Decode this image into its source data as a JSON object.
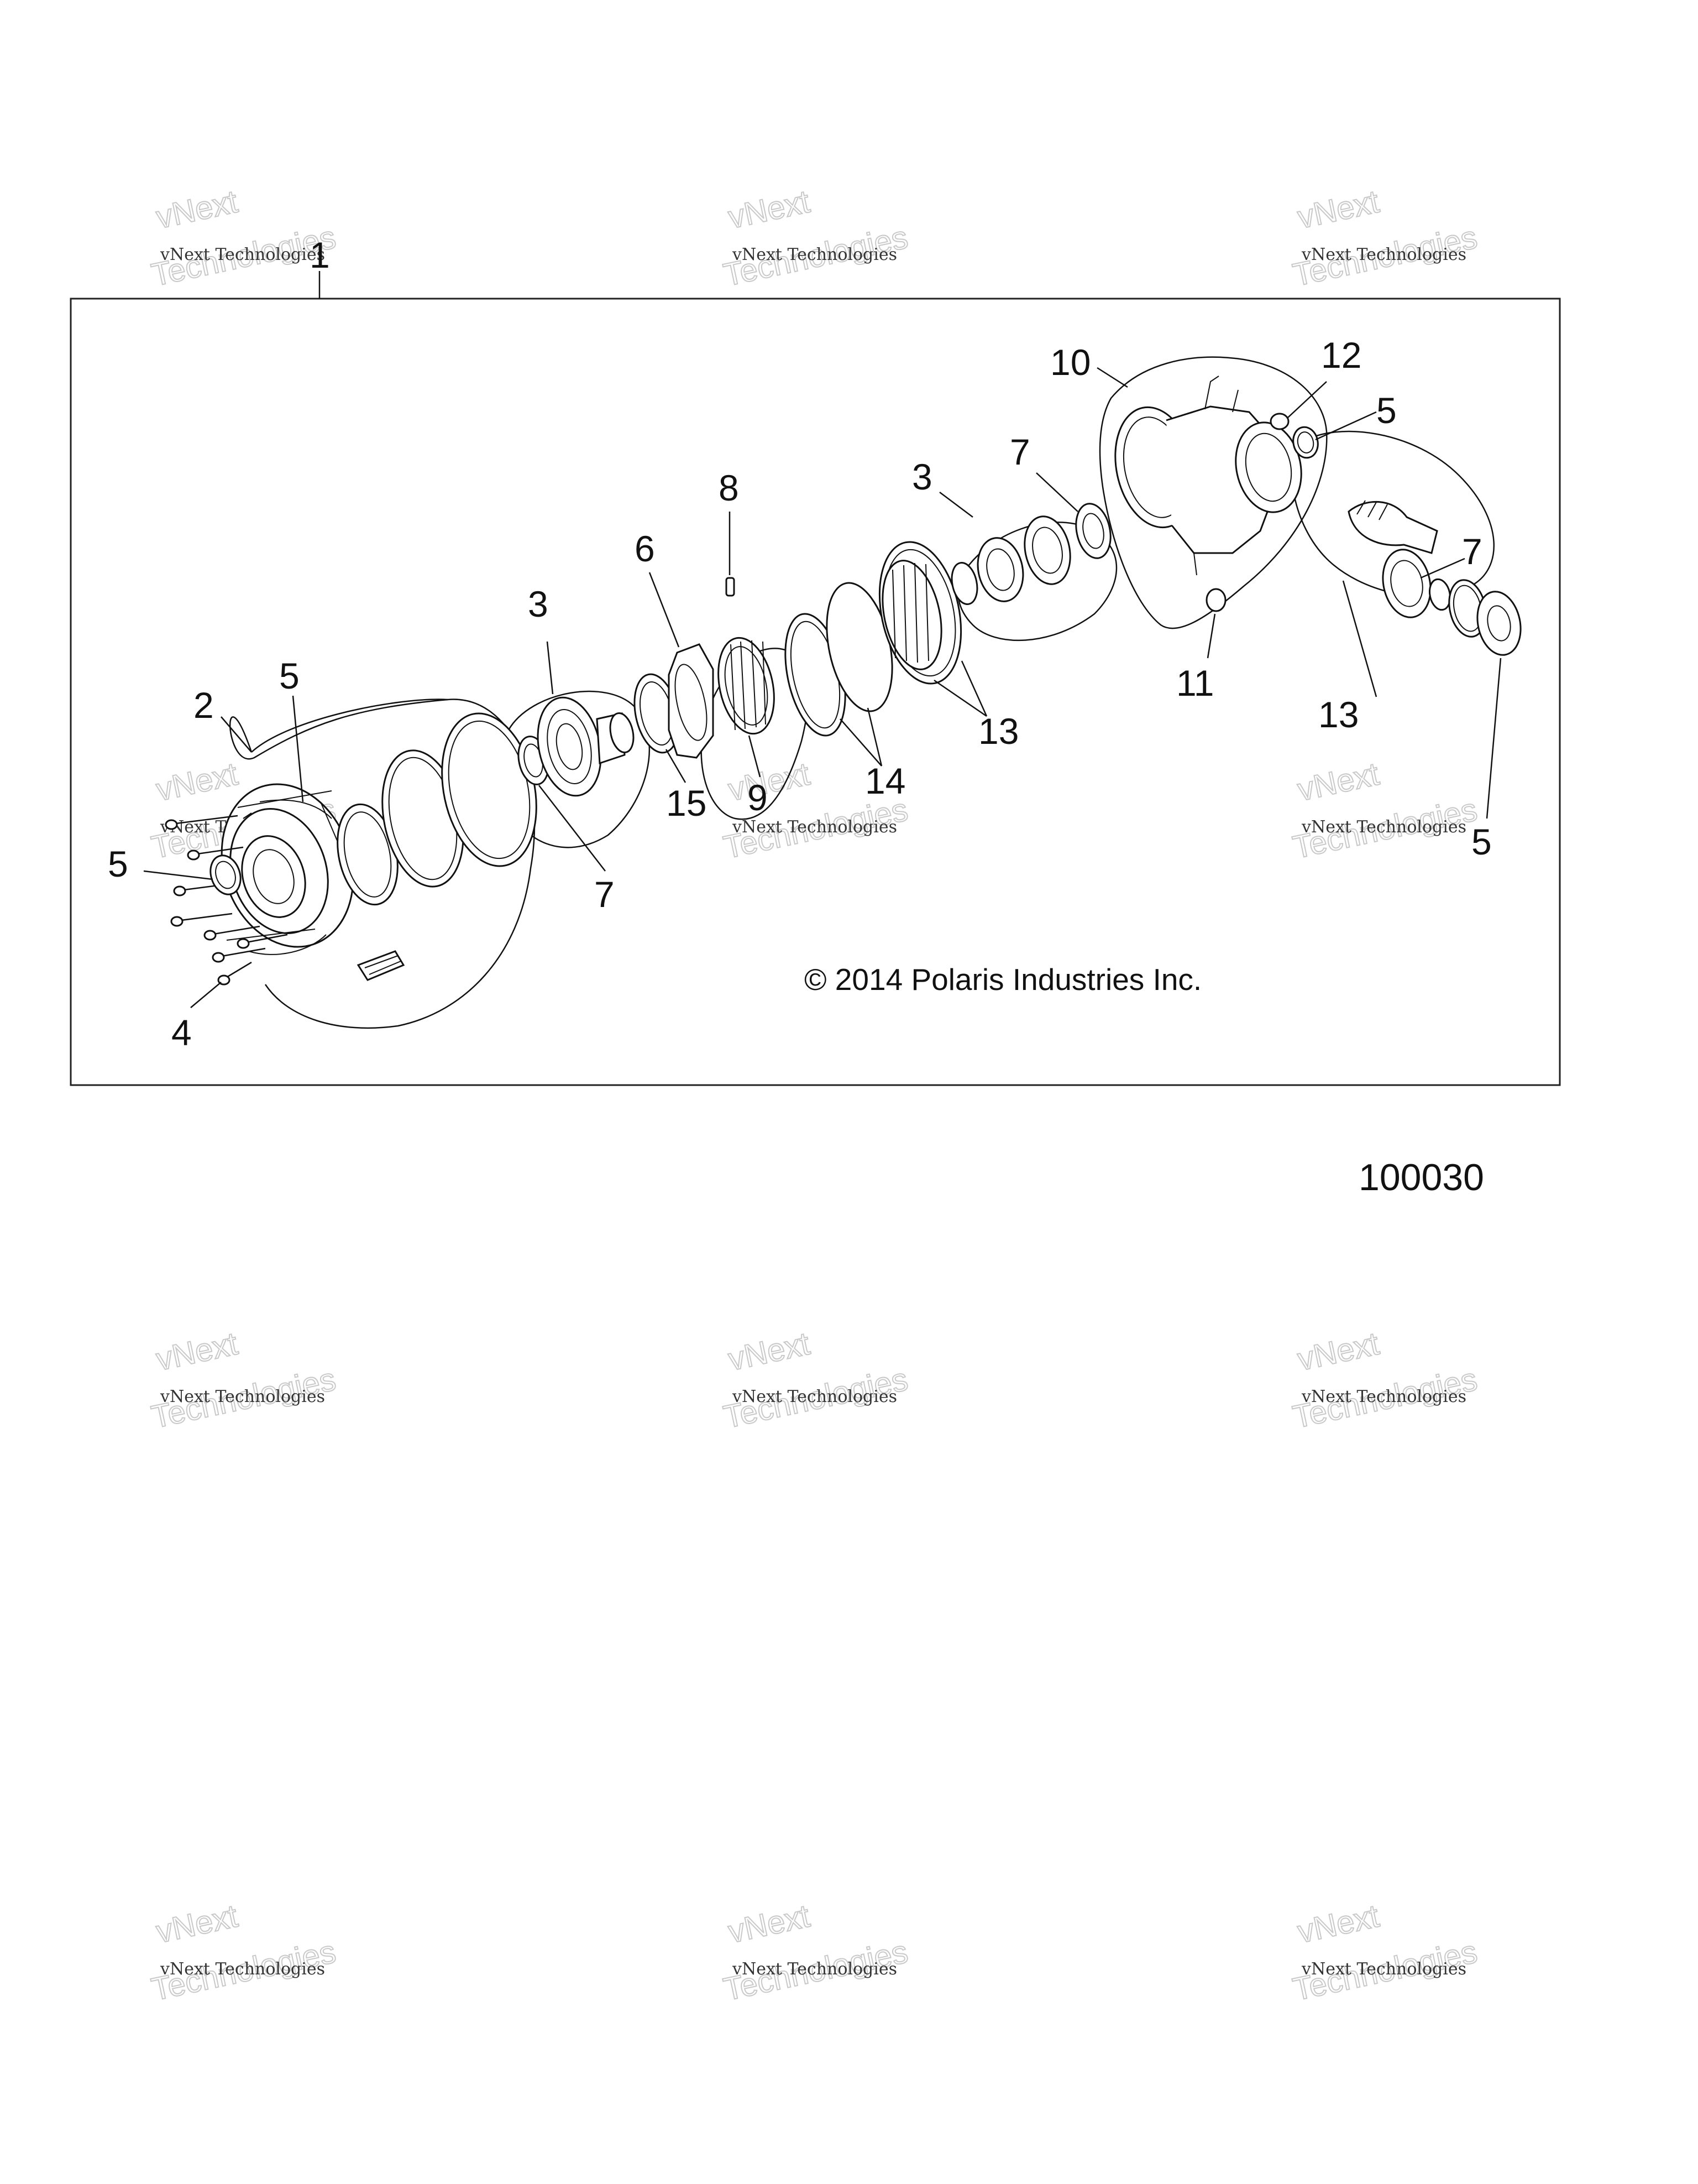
{
  "diagram": {
    "assembly_callout": "1",
    "callouts": {
      "c2": "2",
      "c3a": "3",
      "c3b": "3",
      "c4": "4",
      "c5a": "5",
      "c5b": "5",
      "c5c": "5",
      "c5d": "5",
      "c6": "6",
      "c7a": "7",
      "c7b": "7",
      "c7c": "7",
      "c8": "8",
      "c9": "9",
      "c10": "10",
      "c11": "11",
      "c12": "12",
      "c13a": "13",
      "c13b": "13",
      "c14": "14",
      "c15": "15"
    },
    "copyright": "© 2014 Polaris Industries Inc.",
    "document_id": "100030"
  },
  "watermark": {
    "brand_top": "vNext",
    "brand_small": "vNext Technologies",
    "brand_large": "Technologies"
  }
}
